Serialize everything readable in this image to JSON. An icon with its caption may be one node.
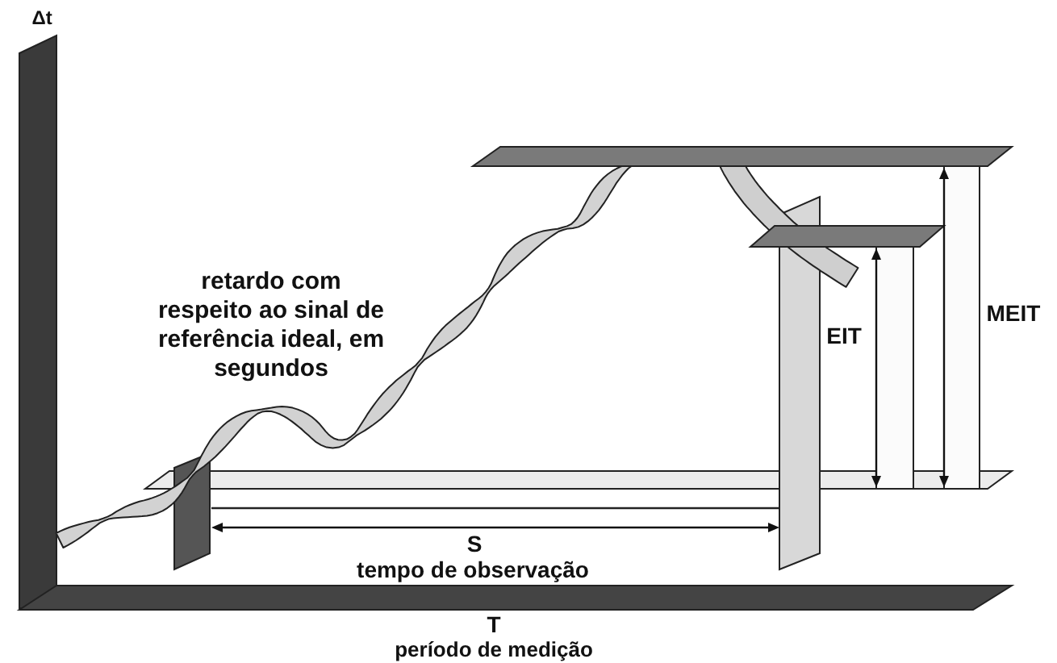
{
  "diagram": {
    "labels": [
      "Δt",
      "retardo com respeito ao sinal de referência ideal, em segundos",
      "EIT",
      "MEIT",
      "S",
      "tempo de observação",
      "T",
      "período de medição"
    ]
  }
}
